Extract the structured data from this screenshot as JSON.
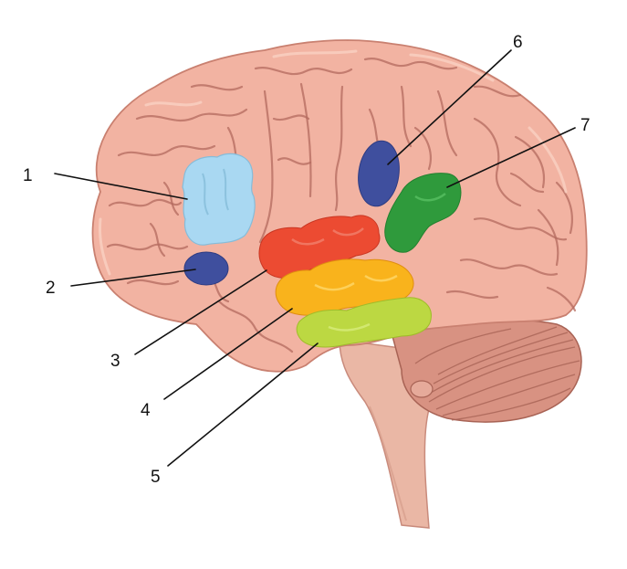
{
  "labels": [
    {
      "id": "1",
      "text": "1",
      "color": "#a9d8f2"
    },
    {
      "id": "2",
      "text": "2",
      "color": "#3f4f9e"
    },
    {
      "id": "3",
      "text": "3",
      "color": "#ec4b32"
    },
    {
      "id": "4",
      "text": "4",
      "color": "#f9b31c"
    },
    {
      "id": "5",
      "text": "5",
      "color": "#bcd842"
    },
    {
      "id": "6",
      "text": "6",
      "color": "#3f4f9e"
    },
    {
      "id": "7",
      "text": "7",
      "color": "#2f9a3c"
    }
  ],
  "colors": {
    "cortex": "#f2b3a2",
    "cortex_shadow": "#d88f7f",
    "cerebellum": "#d89282",
    "brainstem": "#eab7a5"
  }
}
